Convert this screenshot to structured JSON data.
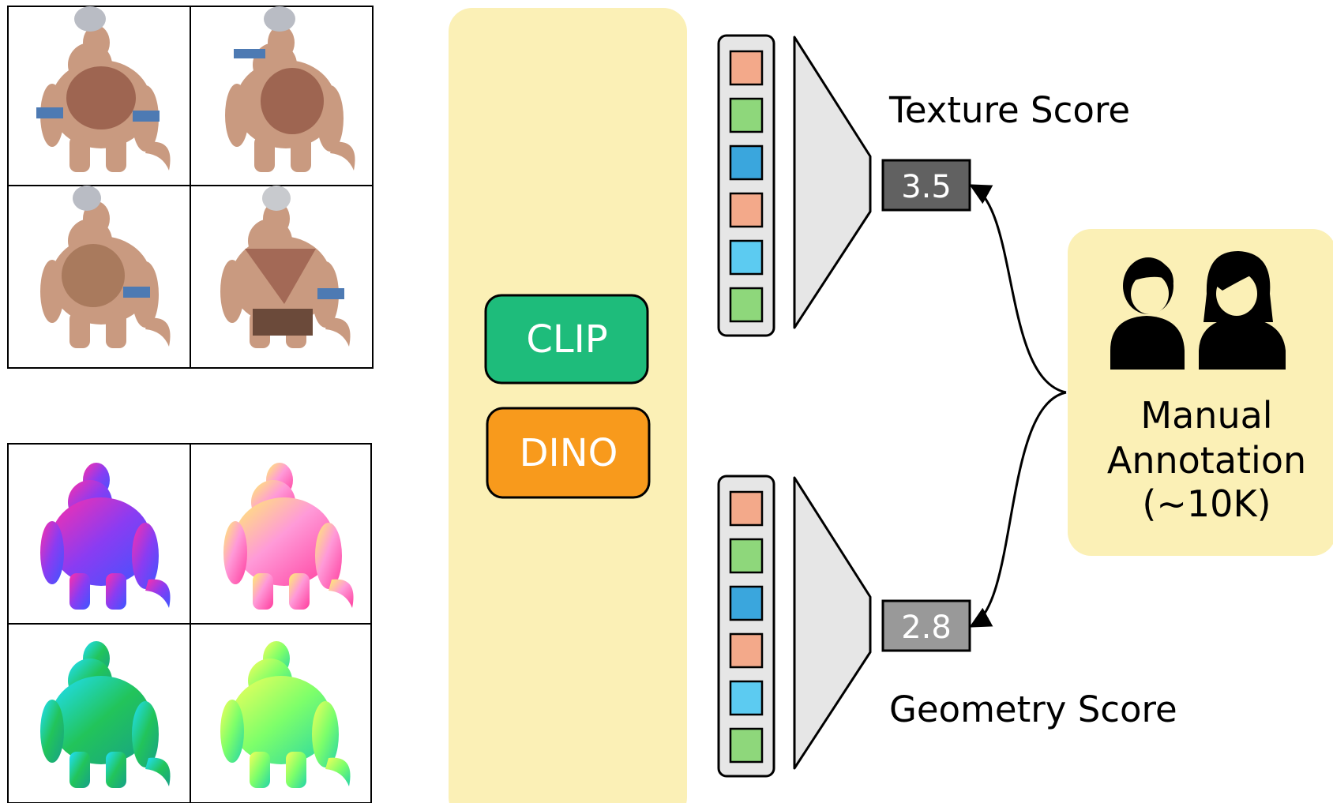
{
  "encoder_box": {
    "clip_label": "CLIP",
    "dino_label": "DINO"
  },
  "texture": {
    "title": "Texture Score",
    "score": "3.5"
  },
  "geometry": {
    "title": "Geometry Score",
    "score": "2.8"
  },
  "annotation": {
    "line1": "Manual",
    "line2": "Annotation",
    "line3": "(~10K)"
  },
  "colors": {
    "encoder_panel": "#fbf0b6",
    "clip_fill": "#1ebc7b",
    "dino_fill": "#f89a1c",
    "texture_score_fill": "#616161",
    "geometry_score_fill": "#999999",
    "annotation_panel": "#fbf0b6",
    "token_colors": [
      "#f3a98a",
      "#8ed77b",
      "#3aa6dd",
      "#f3a98a",
      "#5ccbf1",
      "#8ed77b"
    ]
  }
}
